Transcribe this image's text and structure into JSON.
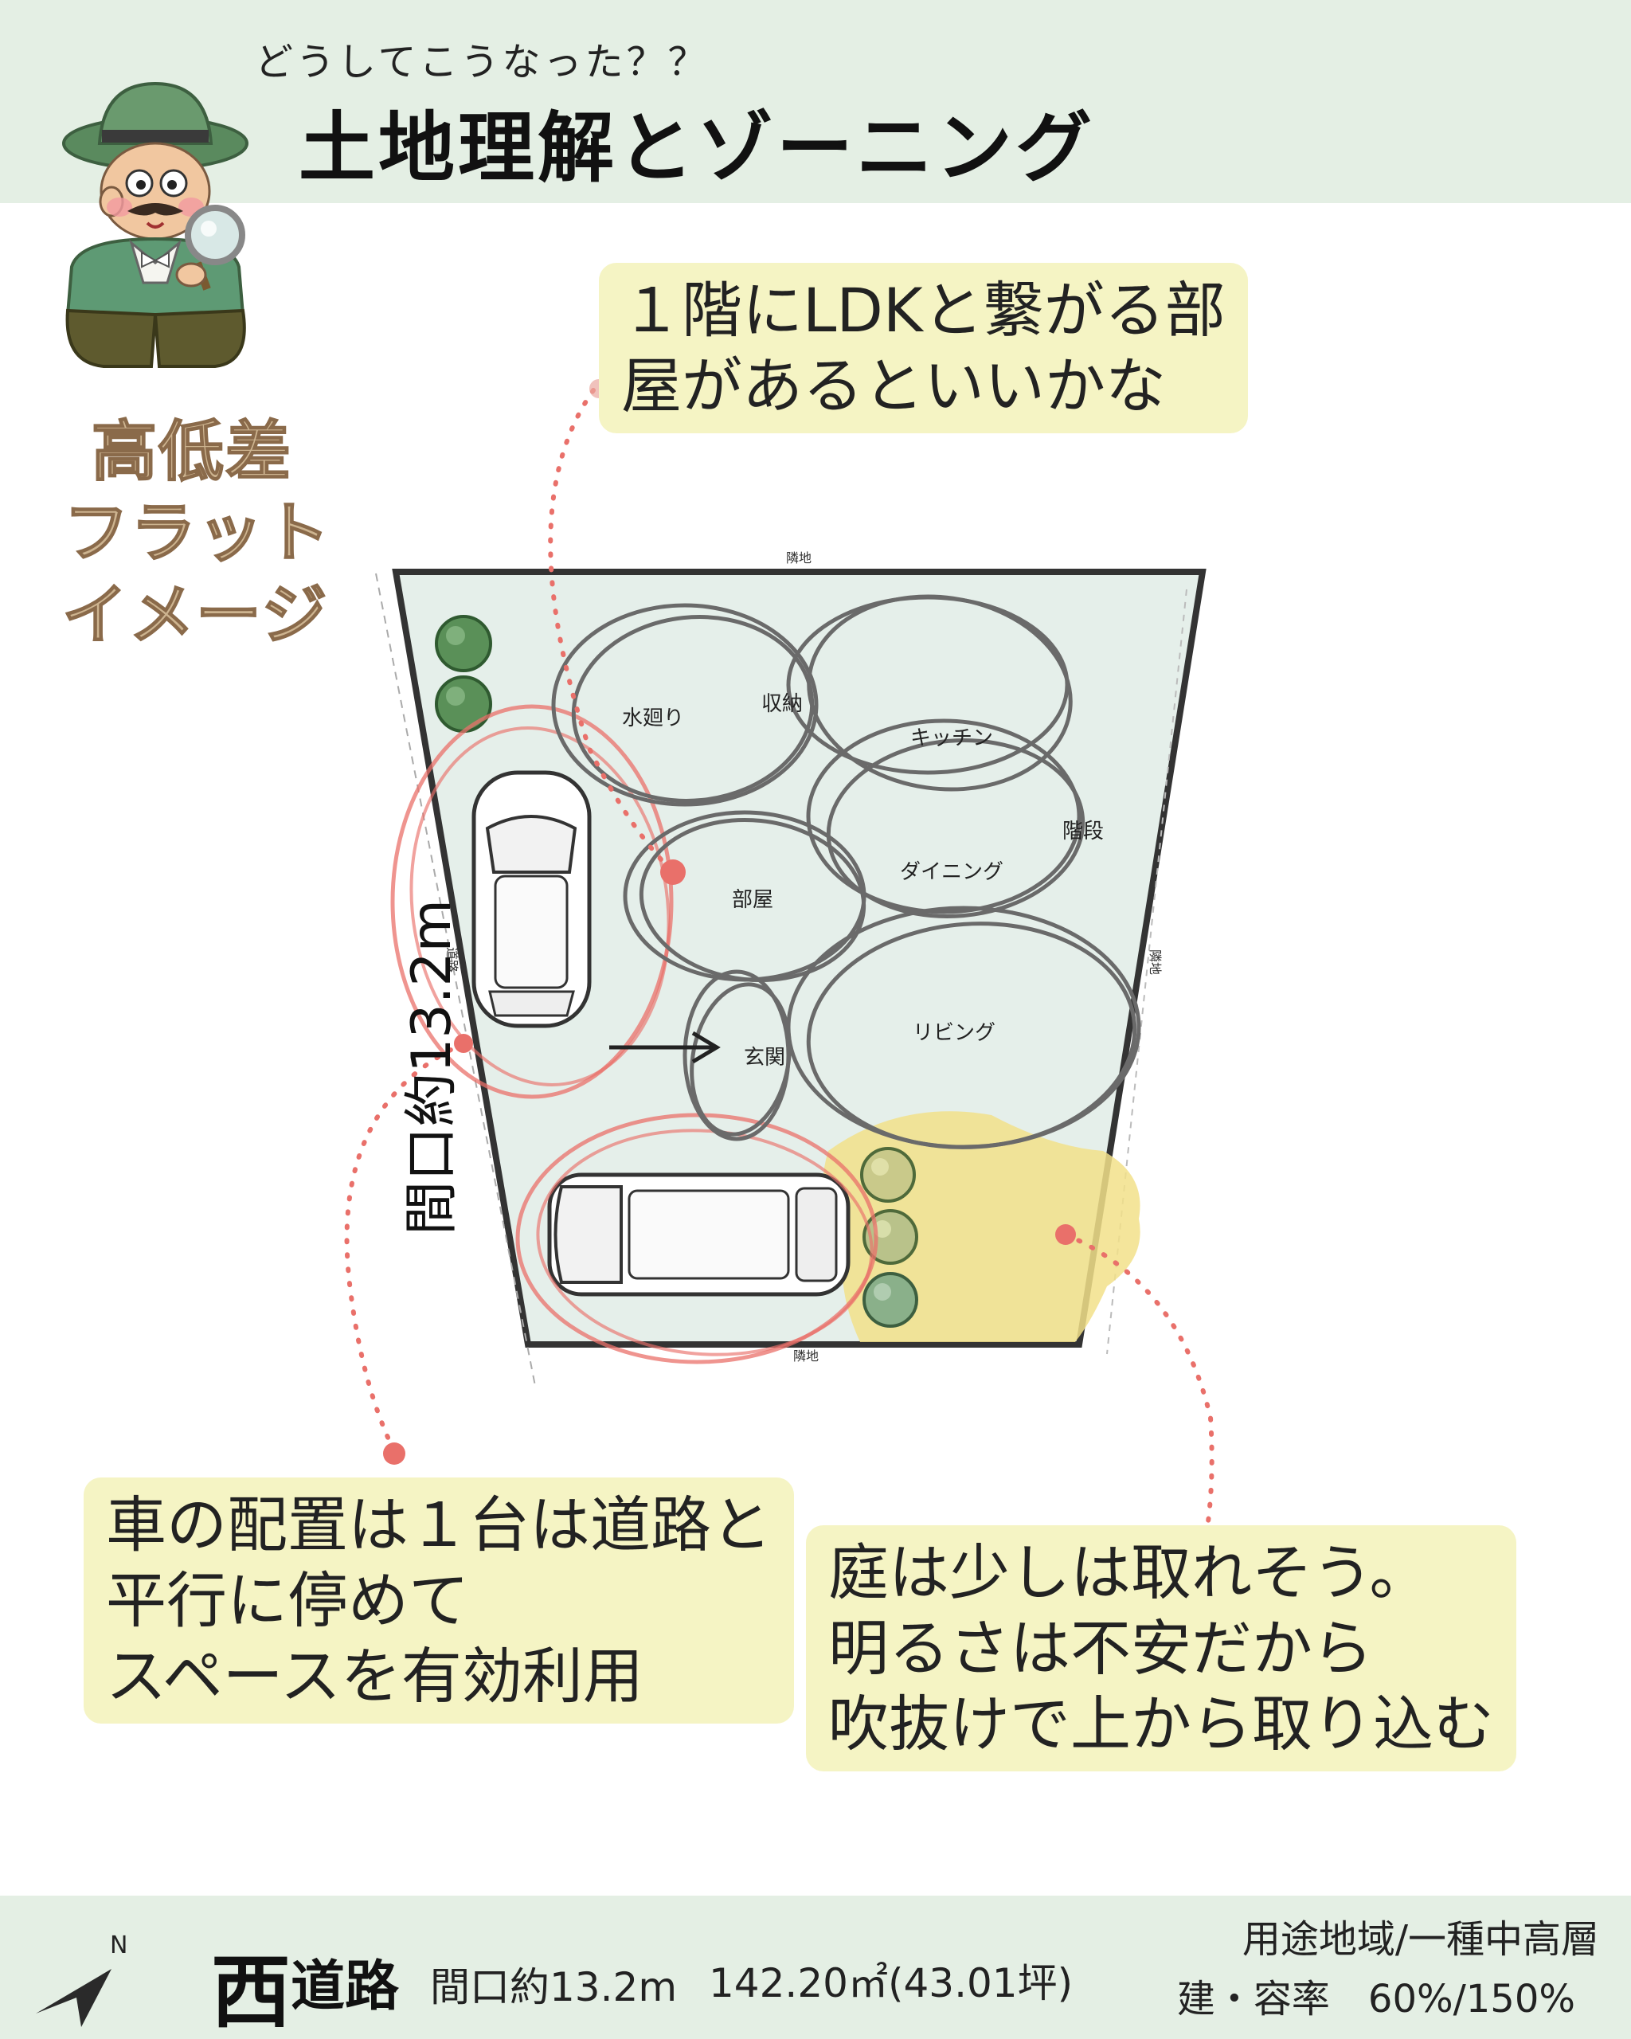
{
  "header": {
    "subtitle": "どうしてこうなった？？",
    "title": "土地理解とゾーニング"
  },
  "side_labels": [
    "高低差",
    "フラット",
    "イメージ"
  ],
  "bubbles": {
    "top": [
      "１階にLDKと繋がる部",
      "屋があるといいかな"
    ],
    "left": [
      "車の配置は１台は道路と",
      "平行に停めて",
      "スペースを有効利用"
    ],
    "right": [
      "庭は少しは取れそう。",
      "明るさは不安だから",
      "吹抜けで上から取り込む"
    ]
  },
  "site": {
    "neighbor_label": "隣地",
    "road_label": "道路",
    "frontage_label": "間口約13.2m"
  },
  "zones": {
    "water": "水廻り",
    "storage": "収納",
    "kitchen": "キッチン",
    "stairs": "階段",
    "dining": "ダイニング",
    "room": "部屋",
    "living": "リビング",
    "entrance": "玄関"
  },
  "footer": {
    "road_big": "西",
    "road_small": "道路",
    "frontage": "間口約13.2m",
    "area": "142.20㎡(43.01坪)",
    "zoning": "用途地域/一種中高層",
    "ratio": "建・容率　60%/150%",
    "compass_letter": "N"
  },
  "colors": {
    "header_band": "#e4efe4",
    "bubble": "#f5f4c4",
    "lot_fill": "#e5efea",
    "zone_stroke": "#6a6a6a",
    "red_accent": "#e9706a",
    "garden_yellow": "#f2e08a",
    "tree_green": "#4f8a4f"
  }
}
